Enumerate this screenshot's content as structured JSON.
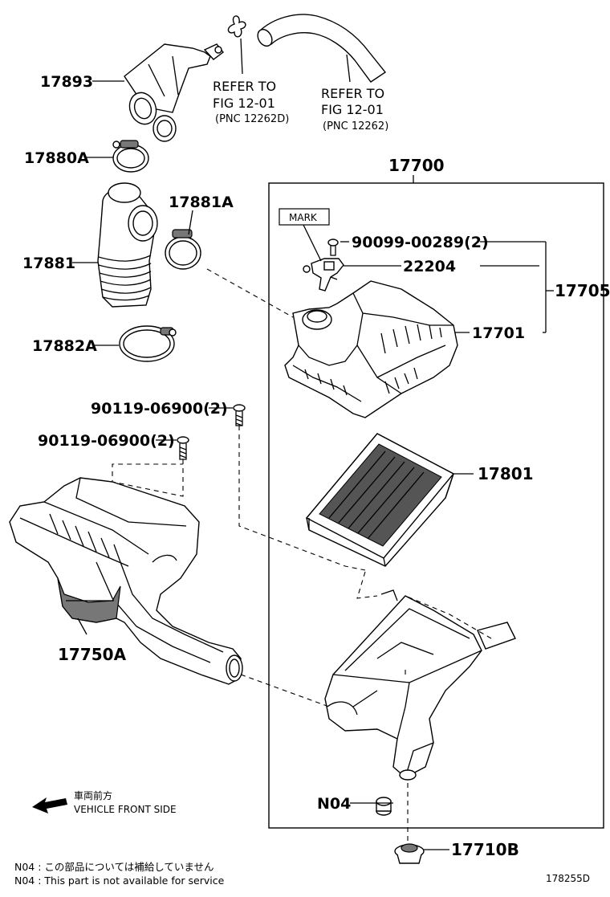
{
  "labels": {
    "p17893": "17893",
    "p17880A": "17880A",
    "p17881A": "17881A",
    "p17881": "17881",
    "p17882A": "17882A",
    "p17700": "17700",
    "p17705": "17705",
    "p17701": "17701",
    "p22204": "22204",
    "p90099": "90099-00289(2)",
    "mark": "MARK",
    "p90119a": "90119-06900(2)",
    "p90119b": "90119-06900(2)",
    "p17801": "17801",
    "p17750A": "17750A",
    "pN04": "N04",
    "p17710B": "17710B"
  },
  "refs": {
    "ref1_line1": "REFER TO",
    "ref1_line2": "FIG 12-01",
    "ref1_line3": "(PNC 12262D)",
    "ref2_line1": "REFER TO",
    "ref2_line2": "FIG 12-01",
    "ref2_line3": "(PNC 12262)"
  },
  "direction": {
    "jp": "車両前方",
    "en": "VEHICLE FRONT SIDE"
  },
  "notes": {
    "jp": "N04 : この部品については補給していません",
    "en": "N04 : This part is not available for service"
  },
  "figure_id": "178255D"
}
